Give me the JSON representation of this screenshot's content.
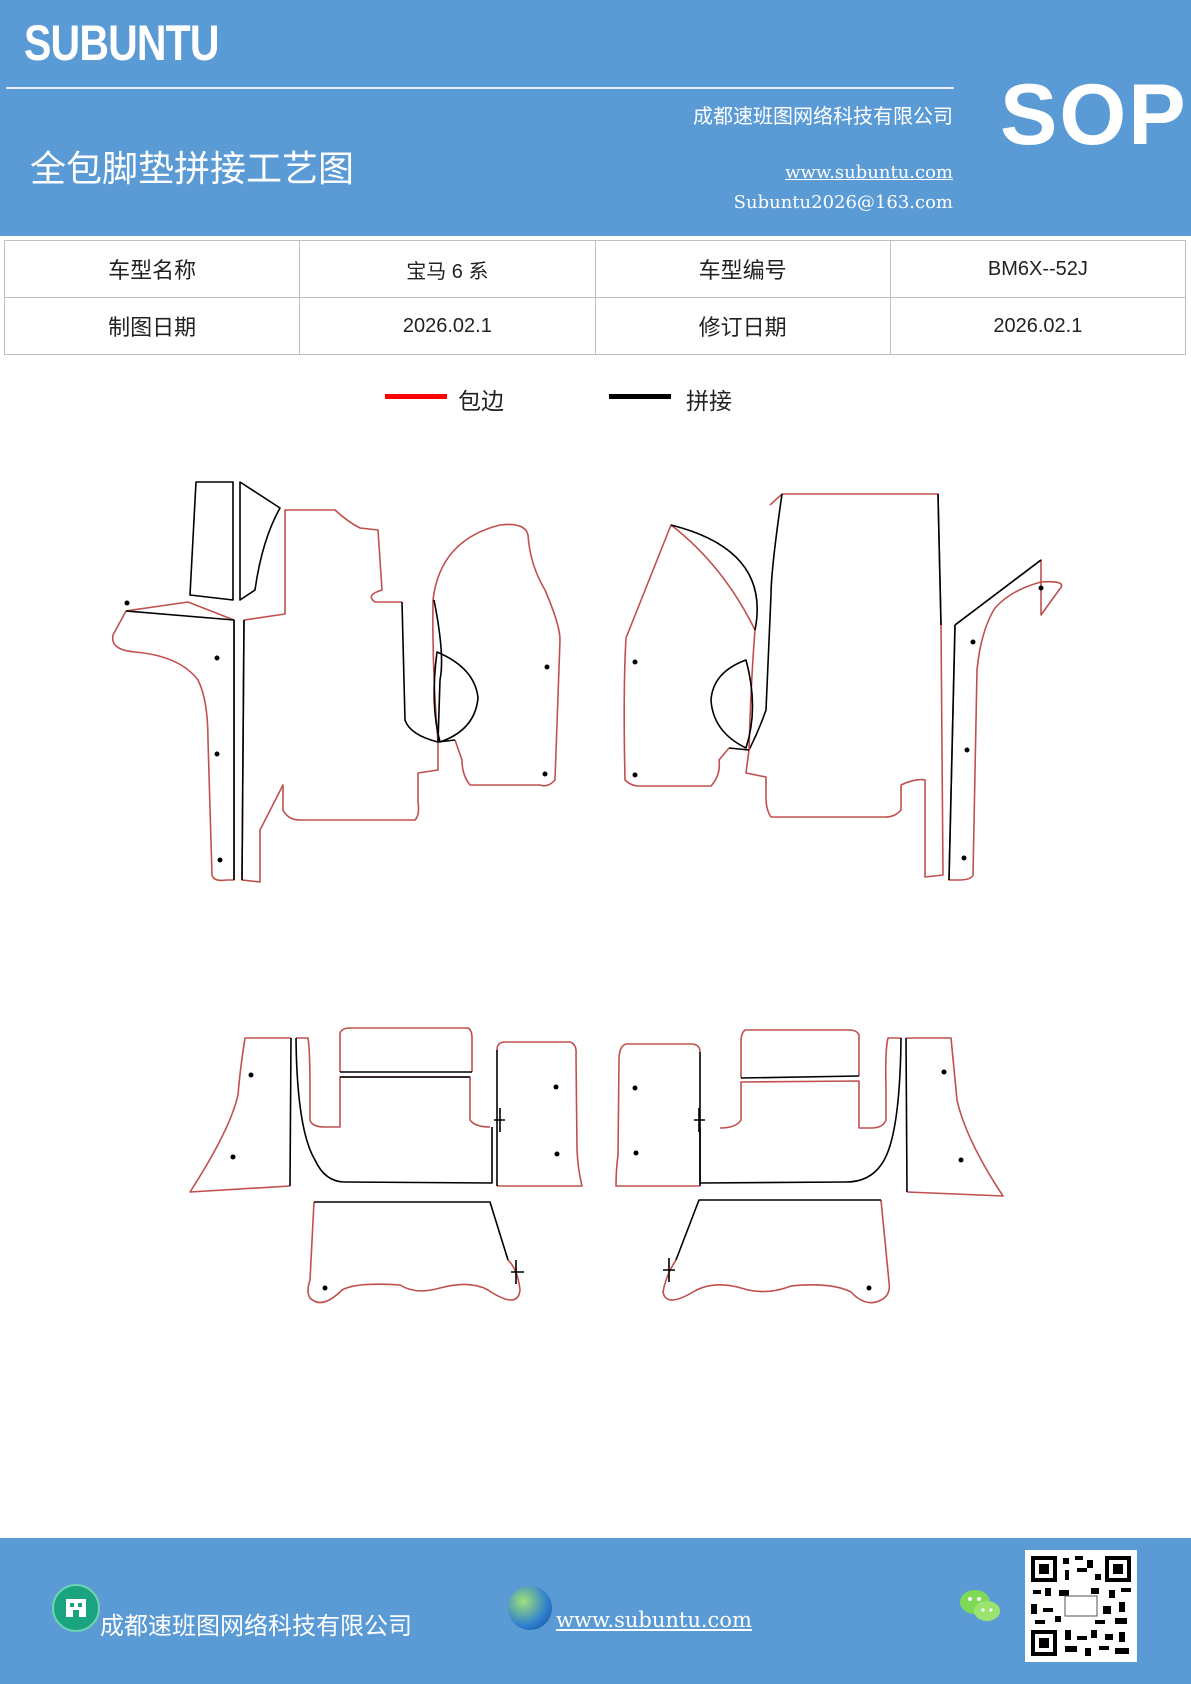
{
  "header": {
    "brand": "SUBUNTU",
    "company": "成都速班图网络科技有限公司",
    "title": "全包脚垫拼接工艺图",
    "website": "www.subuntu.com",
    "email": "Subuntu2026@163.com",
    "badge": "SOP"
  },
  "info_table": {
    "rows": [
      [
        "车型名称",
        "宝马 6 系",
        "车型编号",
        "BM6X--52J"
      ],
      [
        "制图日期",
        "2026.02.1",
        "修订日期",
        "2026.02.1"
      ]
    ]
  },
  "legend": {
    "items": [
      {
        "label": "包边",
        "color": "#ff0000"
      },
      {
        "label": "拼接",
        "color": "#000000"
      }
    ]
  },
  "drawing": {
    "edge_color": "#c0504d",
    "seam_color": "#000000"
  },
  "footer": {
    "company": "成都速班图网络科技有限公司",
    "website": "www.subuntu.com",
    "icons": [
      "building-icon",
      "globe-icon",
      "wechat-icon",
      "qr-code"
    ]
  },
  "colors": {
    "header_bg": "#5b9bd5",
    "footer_bg": "#5b9bd5"
  }
}
